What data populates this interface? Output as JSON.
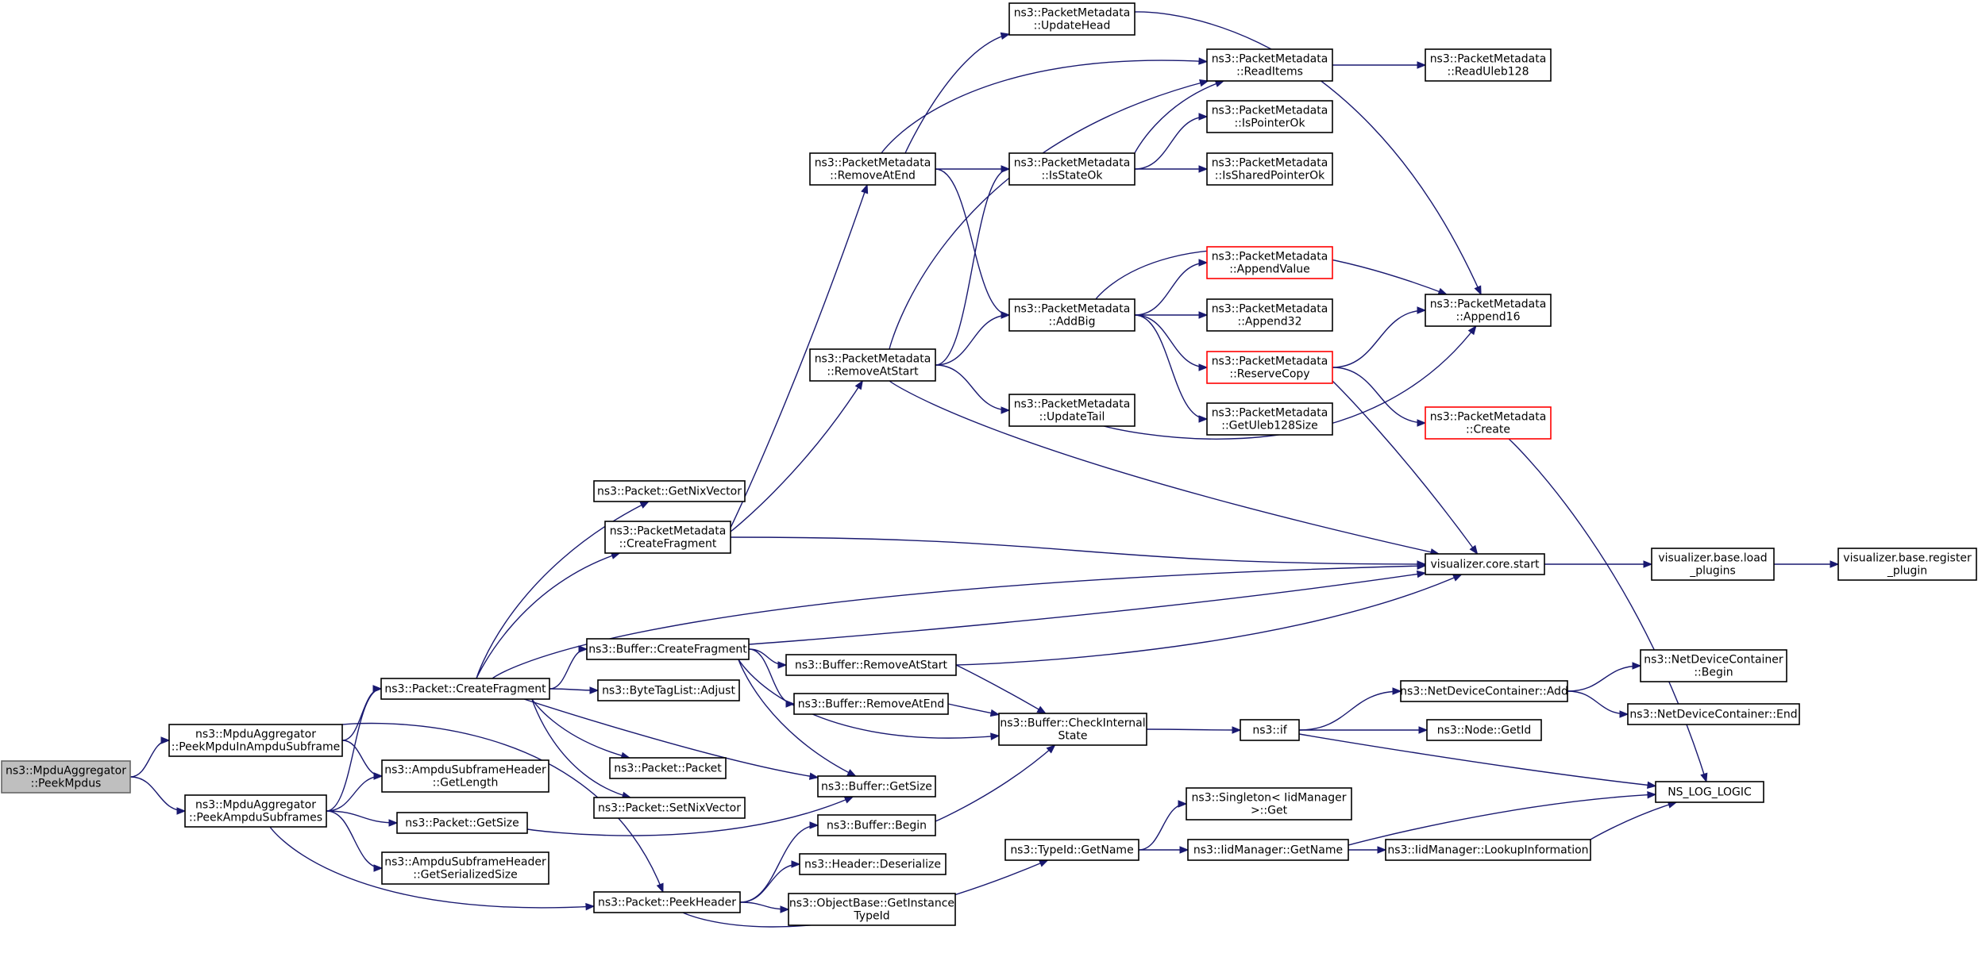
{
  "colors": {
    "edge": "#191970",
    "highlight_border": "#ff0000",
    "root_fill": "#bfbfbf"
  },
  "nodes": {
    "peekmpdus": {
      "lines": [
        "ns3::MpduAggregator",
        "::PeekMpdus"
      ],
      "style": "root"
    },
    "peekmpduinampdusubframe": {
      "lines": [
        "ns3::MpduAggregator",
        "::PeekMpduInAmpduSubframe"
      ]
    },
    "peekampdusubframes": {
      "lines": [
        "ns3::MpduAggregator",
        "::PeekAmpduSubframes"
      ]
    },
    "packet-createfragment": {
      "lines": [
        "ns3::Packet::CreateFragment"
      ]
    },
    "ampdusubframeheader-getlength": {
      "lines": [
        "ns3::AmpduSubframeHeader",
        "::GetLength"
      ]
    },
    "packet-getsize": {
      "lines": [
        "ns3::Packet::GetSize"
      ]
    },
    "ampdusubframeheader-getserializedsize": {
      "lines": [
        "ns3::AmpduSubframeHeader",
        "::GetSerializedSize"
      ]
    },
    "packet-peekheader": {
      "lines": [
        "ns3::Packet::PeekHeader"
      ]
    },
    "packet-getnixvector": {
      "lines": [
        "ns3::Packet::GetNixVector"
      ]
    },
    "packetmetadata-createfragment": {
      "lines": [
        "ns3::PacketMetadata",
        "::CreateFragment"
      ]
    },
    "buffer-createfragment": {
      "lines": [
        "ns3::Buffer::CreateFragment"
      ]
    },
    "bytetaglist-adjust": {
      "lines": [
        "ns3::ByteTagList::Adjust"
      ]
    },
    "packet-packet": {
      "lines": [
        "ns3::Packet::Packet"
      ]
    },
    "packet-setnixvector": {
      "lines": [
        "ns3::Packet::SetNixVector"
      ]
    },
    "buffer-getsize": {
      "lines": [
        "ns3::Buffer::GetSize"
      ]
    },
    "buffer-begin": {
      "lines": [
        "ns3::Buffer::Begin"
      ]
    },
    "header-deserialize": {
      "lines": [
        "ns3::Header::Deserialize"
      ]
    },
    "objectbase-getinstancetypeid": {
      "lines": [
        "ns3::ObjectBase::GetInstance",
        "TypeId"
      ]
    },
    "packetmetadata-removeatend": {
      "lines": [
        "ns3::PacketMetadata",
        "::RemoveAtEnd"
      ]
    },
    "packetmetadata-removeatstart": {
      "lines": [
        "ns3::PacketMetadata",
        "::RemoveAtStart"
      ]
    },
    "buffer-removeatstart": {
      "lines": [
        "ns3::Buffer::RemoveAtStart"
      ]
    },
    "buffer-removeatend": {
      "lines": [
        "ns3::Buffer::RemoveAtEnd"
      ]
    },
    "buffer-checkinternalstate": {
      "lines": [
        "ns3::Buffer::CheckInternal",
        "State"
      ]
    },
    "packetmetadata-updatehead": {
      "lines": [
        "ns3::PacketMetadata",
        "::UpdateHead"
      ]
    },
    "packetmetadata-isstateok": {
      "lines": [
        "ns3::PacketMetadata",
        "::IsStateOk"
      ]
    },
    "packetmetadata-addbig": {
      "lines": [
        "ns3::PacketMetadata",
        "::AddBig"
      ]
    },
    "packetmetadata-updatetail": {
      "lines": [
        "ns3::PacketMetadata",
        "::UpdateTail"
      ]
    },
    "typeid-getname": {
      "lines": [
        "ns3::TypeId::GetName"
      ]
    },
    "packetmetadata-readitems": {
      "lines": [
        "ns3::PacketMetadata",
        "::ReadItems"
      ]
    },
    "packetmetadata-ispointerok": {
      "lines": [
        "ns3::PacketMetadata",
        "::IsPointerOk"
      ]
    },
    "packetmetadata-issharedpointerok": {
      "lines": [
        "ns3::PacketMetadata",
        "::IsSharedPointerOk"
      ]
    },
    "packetmetadata-appendvalue": {
      "lines": [
        "ns3::PacketMetadata",
        "::AppendValue"
      ],
      "style": "red"
    },
    "packetmetadata-append32": {
      "lines": [
        "ns3::PacketMetadata",
        "::Append32"
      ]
    },
    "packetmetadata-reservecopy": {
      "lines": [
        "ns3::PacketMetadata",
        "::ReserveCopy"
      ],
      "style": "red"
    },
    "packetmetadata-getuleb128size": {
      "lines": [
        "ns3::PacketMetadata",
        "::GetUleb128Size"
      ]
    },
    "singleton-get": {
      "lines": [
        "ns3::Singleton< IidManager",
        " >::Get"
      ]
    },
    "iidmanager-getname": {
      "lines": [
        "ns3::IidManager::GetName"
      ]
    },
    "packetmetadata-readuleb128": {
      "lines": [
        "ns3::PacketMetadata",
        "::ReadUleb128"
      ]
    },
    "packetmetadata-append16": {
      "lines": [
        "ns3::PacketMetadata",
        "::Append16"
      ]
    },
    "packetmetadata-create": {
      "lines": [
        "ns3::PacketMetadata",
        "::Create"
      ],
      "style": "red"
    },
    "visualizer-core-start": {
      "lines": [
        "visualizer.core.start"
      ]
    },
    "ns3-if": {
      "lines": [
        "ns3::if"
      ]
    },
    "netdevicecontainer-add": {
      "lines": [
        "ns3::NetDeviceContainer::Add"
      ]
    },
    "node-getid": {
      "lines": [
        "ns3::Node::GetId"
      ]
    },
    "iidmanager-lookupinformation": {
      "lines": [
        "ns3::IidManager::LookupInformation"
      ]
    },
    "visualizer-base-load-plugins": {
      "lines": [
        "visualizer.base.load",
        "_plugins"
      ]
    },
    "netdevicecontainer-begin": {
      "lines": [
        "ns3::NetDeviceContainer",
        "::Begin"
      ]
    },
    "netdevicecontainer-end": {
      "lines": [
        "ns3::NetDeviceContainer::End"
      ]
    },
    "ns-log-logic": {
      "lines": [
        "NS_LOG_LOGIC"
      ]
    },
    "visualizer-base-register-plugin": {
      "lines": [
        "visualizer.base.register",
        "_plugin"
      ]
    }
  },
  "edges": [
    [
      "peekmpdus",
      "peekmpduinampdusubframe"
    ],
    [
      "peekmpdus",
      "peekampdusubframes"
    ],
    [
      "peekmpduinampdusubframe",
      "packet-createfragment"
    ],
    [
      "peekmpduinampdusubframe",
      "ampdusubframeheader-getlength"
    ],
    [
      "peekmpduinampdusubframe",
      "packet-peekheader"
    ],
    [
      "peekampdusubframes",
      "packet-createfragment"
    ],
    [
      "peekampdusubframes",
      "ampdusubframeheader-getlength"
    ],
    [
      "peekampdusubframes",
      "packet-getsize"
    ],
    [
      "peekampdusubframes",
      "ampdusubframeheader-getserializedsize"
    ],
    [
      "peekampdusubframes",
      "packet-peekheader"
    ],
    [
      "packet-createfragment",
      "packet-getnixvector"
    ],
    [
      "packet-createfragment",
      "packetmetadata-createfragment"
    ],
    [
      "packet-createfragment",
      "buffer-createfragment"
    ],
    [
      "packet-createfragment",
      "bytetaglist-adjust"
    ],
    [
      "packet-createfragment",
      "packet-packet"
    ],
    [
      "packet-createfragment",
      "packet-setnixvector"
    ],
    [
      "packet-createfragment",
      "buffer-getsize"
    ],
    [
      "packet-createfragment",
      "visualizer-core-start"
    ],
    [
      "packet-getsize",
      "buffer-getsize"
    ],
    [
      "packet-peekheader",
      "buffer-begin"
    ],
    [
      "packet-peekheader",
      "header-deserialize"
    ],
    [
      "packet-peekheader",
      "objectbase-getinstancetypeid"
    ],
    [
      "packet-peekheader",
      "typeid-getname"
    ],
    [
      "packetmetadata-createfragment",
      "packetmetadata-removeatend"
    ],
    [
      "packetmetadata-createfragment",
      "packetmetadata-removeatstart"
    ],
    [
      "packetmetadata-createfragment",
      "visualizer-core-start"
    ],
    [
      "buffer-createfragment",
      "buffer-removeatstart"
    ],
    [
      "buffer-createfragment",
      "buffer-removeatend"
    ],
    [
      "buffer-createfragment",
      "buffer-getsize"
    ],
    [
      "buffer-createfragment",
      "buffer-checkinternalstate"
    ],
    [
      "buffer-createfragment",
      "visualizer-core-start"
    ],
    [
      "buffer-removeatstart",
      "buffer-checkinternalstate"
    ],
    [
      "buffer-removeatstart",
      "visualizer-core-start"
    ],
    [
      "buffer-removeatend",
      "buffer-checkinternalstate"
    ],
    [
      "buffer-begin",
      "buffer-checkinternalstate"
    ],
    [
      "buffer-checkinternalstate",
      "ns3-if"
    ],
    [
      "packetmetadata-removeatend",
      "packetmetadata-updatehead"
    ],
    [
      "packetmetadata-removeatend",
      "packetmetadata-readitems"
    ],
    [
      "packetmetadata-removeatend",
      "packetmetadata-isstateok"
    ],
    [
      "packetmetadata-removeatend",
      "packetmetadata-addbig"
    ],
    [
      "packetmetadata-removeatstart",
      "packetmetadata-readitems"
    ],
    [
      "packetmetadata-removeatstart",
      "packetmetadata-isstateok"
    ],
    [
      "packetmetadata-removeatstart",
      "packetmetadata-addbig"
    ],
    [
      "packetmetadata-removeatstart",
      "packetmetadata-updatetail"
    ],
    [
      "packetmetadata-removeatstart",
      "visualizer-core-start"
    ],
    [
      "packetmetadata-updatehead",
      "packetmetadata-append16"
    ],
    [
      "packetmetadata-isstateok",
      "packetmetadata-readitems"
    ],
    [
      "packetmetadata-isstateok",
      "packetmetadata-ispointerok"
    ],
    [
      "packetmetadata-isstateok",
      "packetmetadata-issharedpointerok"
    ],
    [
      "packetmetadata-readitems",
      "packetmetadata-readuleb128"
    ],
    [
      "packetmetadata-addbig",
      "packetmetadata-appendvalue"
    ],
    [
      "packetmetadata-addbig",
      "packetmetadata-append32"
    ],
    [
      "packetmetadata-addbig",
      "packetmetadata-reservecopy"
    ],
    [
      "packetmetadata-addbig",
      "packetmetadata-getuleb128size"
    ],
    [
      "packetmetadata-addbig",
      "packetmetadata-append16"
    ],
    [
      "packetmetadata-updatetail",
      "packetmetadata-append16"
    ],
    [
      "packetmetadata-reservecopy",
      "packetmetadata-append16"
    ],
    [
      "packetmetadata-reservecopy",
      "packetmetadata-create"
    ],
    [
      "packetmetadata-reservecopy",
      "visualizer-core-start"
    ],
    [
      "packetmetadata-create",
      "ns-log-logic"
    ],
    [
      "visualizer-core-start",
      "visualizer-base-load-plugins"
    ],
    [
      "visualizer-base-load-plugins",
      "visualizer-base-register-plugin"
    ],
    [
      "ns3-if",
      "netdevicecontainer-add"
    ],
    [
      "ns3-if",
      "node-getid"
    ],
    [
      "ns3-if",
      "ns-log-logic"
    ],
    [
      "netdevicecontainer-add",
      "netdevicecontainer-begin"
    ],
    [
      "netdevicecontainer-add",
      "netdevicecontainer-end"
    ],
    [
      "typeid-getname",
      "singleton-get"
    ],
    [
      "typeid-getname",
      "iidmanager-getname"
    ],
    [
      "iidmanager-getname",
      "iidmanager-lookupinformation"
    ],
    [
      "iidmanager-getname",
      "ns-log-logic"
    ],
    [
      "iidmanager-lookupinformation",
      "ns-log-logic"
    ]
  ]
}
